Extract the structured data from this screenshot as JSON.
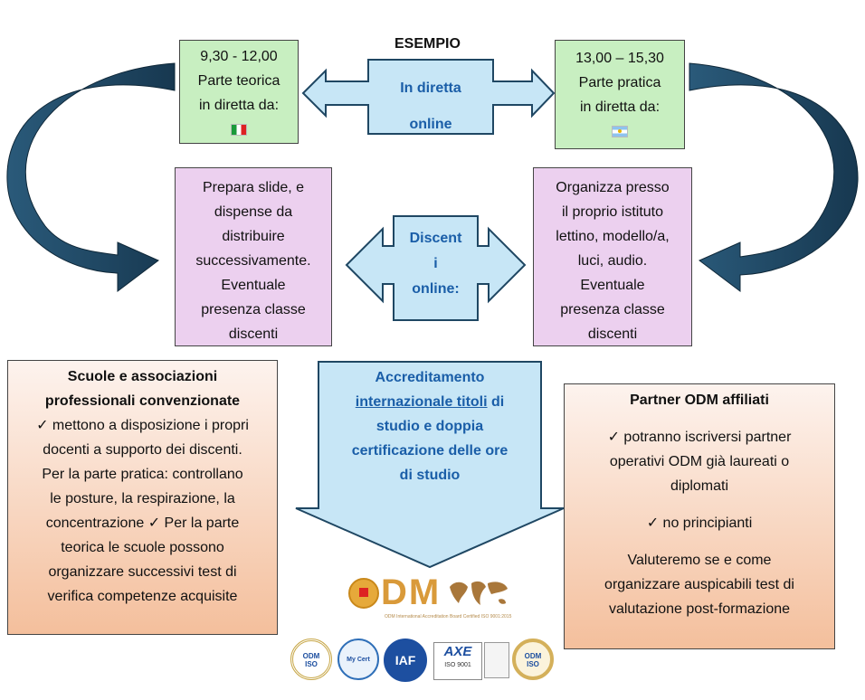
{
  "title": "ESEMPIO",
  "left_top": {
    "time": "9,30 - 12,00",
    "line1": "Parte teorica",
    "line2": "in diretta da:",
    "flag": "italy-flag-icon"
  },
  "right_top": {
    "time": "13,00 – 15,30",
    "line1": "Parte pratica",
    "line2": "in diretta da:",
    "flag": "argentina-flag-icon"
  },
  "center_top_arrow": {
    "line1": "In diretta",
    "line2": "online"
  },
  "center_mid_arrow": {
    "line1": "Discent",
    "line2": "i",
    "line3": "online:"
  },
  "left_mid": {
    "lines": [
      "Prepara slide, e",
      "dispense da",
      "distribuire",
      "successivamente.",
      "Eventuale",
      "presenza classe",
      "discenti"
    ]
  },
  "right_mid": {
    "lines": [
      "Organizza presso",
      "il proprio istituto",
      "lettino, modello/a,",
      "luci, audio.",
      "Eventuale",
      "presenza classe",
      "discenti"
    ]
  },
  "bottom_left": {
    "title1": "Scuole e associazioni",
    "title2": "professionali convenzionate",
    "lines": [
      "✓ mettono a disposizione i propri",
      "docenti a supporto dei discenti.",
      "Per la parte pratica: controllano",
      "le posture, la respirazione, la",
      "concentrazione   ✓ Per la parte",
      "teorica le scuole possono",
      "organizzare successivi test di",
      "verifica competenze acquisite"
    ]
  },
  "bottom_center": {
    "line1": "Accreditamento",
    "line2_underlined": "internazionale  titoli",
    "line2_rest": " di",
    "line3": "studio e doppia",
    "line4": "certificazione delle ore",
    "line5": "di studio"
  },
  "bottom_right": {
    "title": "Partner ODM affiliati",
    "p1": [
      "✓ potranno iscriversi partner",
      "operativi ODM già laureati o",
      "diplomati"
    ],
    "p2": "✓ no principianti",
    "p3": [
      "Valuteremo se e come",
      "organizzare auspicabili test di",
      "valutazione post-formazione"
    ]
  },
  "logo": {
    "text": "DM",
    "caption": "ODM International Accreditation Board Certified ISO 9001:2015"
  },
  "seals": [
    {
      "name": "odm-iso-seal",
      "label1": "ODM",
      "label2": "ISO"
    },
    {
      "name": "mycert-seal",
      "label1": "My Cert",
      "label2": ""
    },
    {
      "name": "iaf-seal",
      "label1": "IAF",
      "label2": ""
    },
    {
      "name": "axe-seal",
      "label1": "AXE",
      "label2": "ISO 9001"
    },
    {
      "name": "accredia-seal",
      "label1": "",
      "label2": ""
    },
    {
      "name": "odm-iso-gold-seal",
      "label1": "ODM",
      "label2": "ISO"
    }
  ],
  "colors": {
    "arrow_dark": "#1f4763",
    "arrow_light": "#c7e6f6",
    "green": "#c8efc1",
    "pink": "#ecd0ef",
    "peach": "#f4bf9c",
    "blue_text": "#1a5ea8"
  }
}
